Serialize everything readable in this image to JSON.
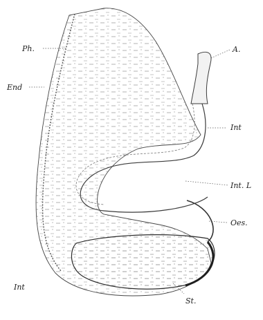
{
  "labels": {
    "ph": "Ph.",
    "a": "A.",
    "end": "End",
    "int_right": "Int",
    "int_l": "Int. L",
    "oes": "Oes.",
    "int_bottom": "Int",
    "st": "St."
  },
  "colors": {
    "ink": "#2a2a2a",
    "light_ink": "#8a8a8a",
    "shade": "#e6e6e6"
  }
}
